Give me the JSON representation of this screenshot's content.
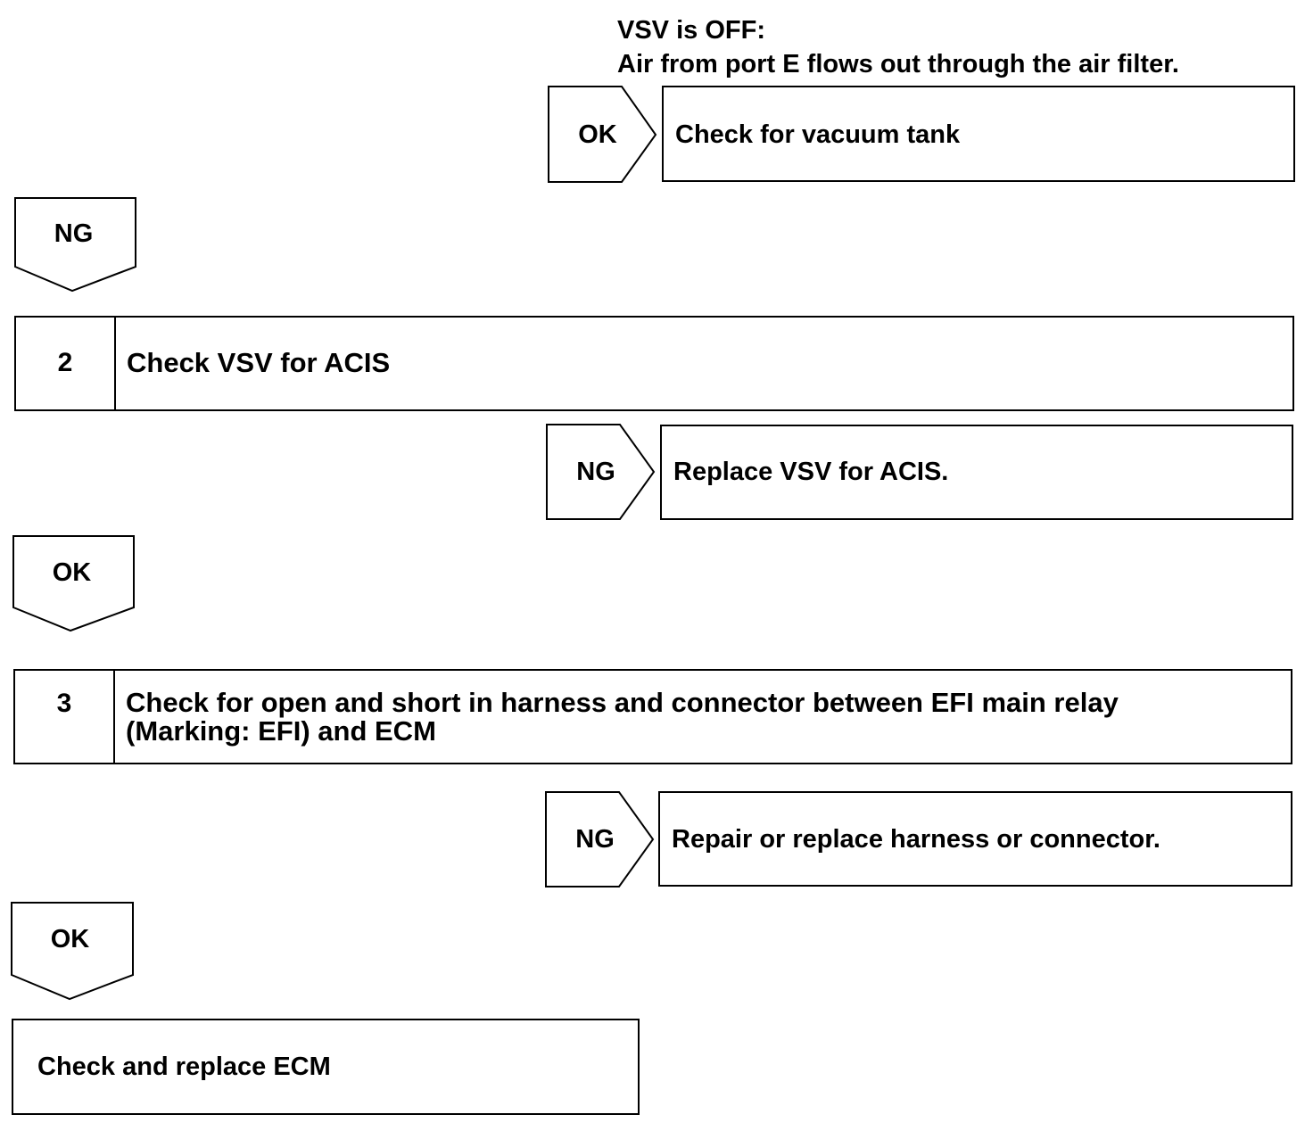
{
  "note": {
    "line1": "VSV is OFF:",
    "line2": "Air from port E flows out through the air filter."
  },
  "flow": {
    "branch1": {
      "tag": "OK",
      "result": "Check for vacuum tank"
    },
    "down1": {
      "tag": "NG"
    },
    "step2": {
      "number": "2",
      "text": "Check VSV for ACIS"
    },
    "branch2": {
      "tag": "NG",
      "result": "Replace VSV for ACIS."
    },
    "down2": {
      "tag": "OK"
    },
    "step3": {
      "number": "3",
      "line1": "Check for open and short in harness and connector between EFI main relay",
      "line2": "(Marking: EFI) and ECM"
    },
    "branch3": {
      "tag": "NG",
      "result": "Repair or replace harness or connector."
    },
    "down3": {
      "tag": "OK"
    },
    "final": {
      "text": "Check and replace ECM"
    }
  }
}
